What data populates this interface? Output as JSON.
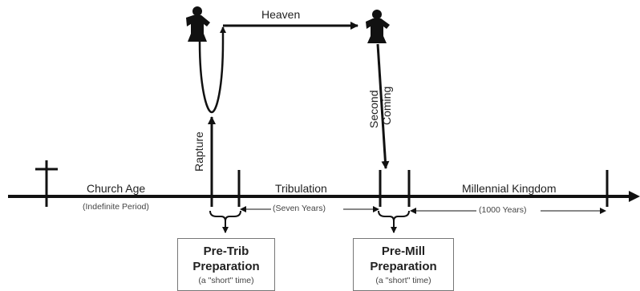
{
  "labels": {
    "heaven": "Heaven",
    "rapture": "Rapture",
    "second_coming_line1": "Second",
    "second_coming_line2": "Coming",
    "church_age": "Church Age",
    "church_age_sub": "(Indefinite Period)",
    "tribulation": "Tribulation",
    "seven_years": "(Seven Years)",
    "millennial_kingdom": "Millennial Kingdom",
    "thousand_years": "(1000 Years)"
  },
  "boxes": {
    "pretrib": {
      "line1": "Pre-Trib",
      "line2": "Preparation",
      "note": "(a \"short\" time)"
    },
    "premill": {
      "line1": "Pre-Mill",
      "line2": "Preparation",
      "note": "(a \"short\" time)"
    }
  },
  "icons": {
    "cross": "cross-icon",
    "figure_left": "ascending-figure-icon",
    "figure_right": "descending-figure-icon"
  },
  "colors": {
    "line": "#111111",
    "text": "#222222"
  }
}
